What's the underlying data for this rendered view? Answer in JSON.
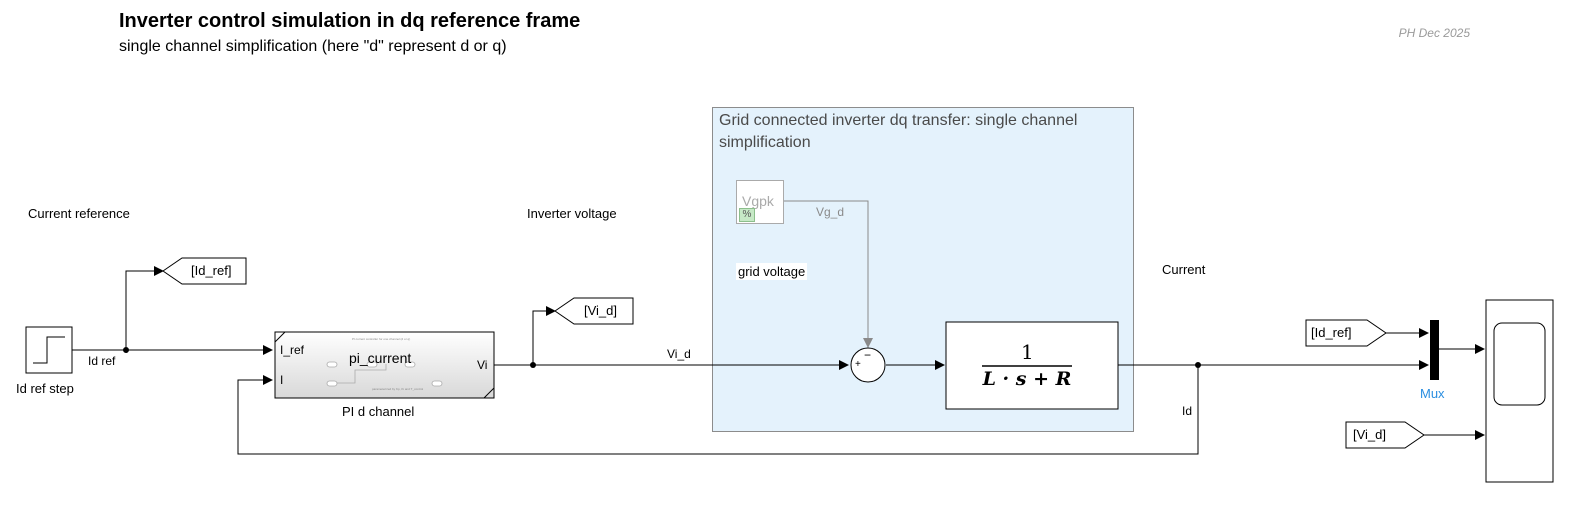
{
  "header": {
    "title": "Inverter control simulation in dq reference frame",
    "subtitle": "single channel simplification (here \"d\" represent d or q)",
    "author": "PH Dec 2025"
  },
  "annotations": {
    "current_reference": "Current reference",
    "inverter_voltage": "Inverter voltage",
    "current": "Current"
  },
  "subsystem_area": {
    "title": "Grid connected inverter dq transfer: single channel simplification",
    "grid_voltage_label": "grid voltage"
  },
  "blocks": {
    "step": {
      "name": "Id ref step"
    },
    "pi": {
      "name": "PI d channel",
      "mask_title": "pi_current",
      "port_in1": "I_ref",
      "port_in2": "I",
      "port_out": "Vi",
      "tiny_top": "PI current controller for one channel (d or q)",
      "tiny_bottom": "parameterized by Kp, Ki and T_control"
    },
    "vgpk": {
      "name": "Vgpk",
      "badge": "%"
    },
    "transfer": {
      "numerator": "1",
      "denominator": "L · s + R"
    },
    "mux": {
      "name": "Mux"
    }
  },
  "signals": {
    "id_ref": "Id ref",
    "vi_d": "Vi_d",
    "vg_d": "Vg_d",
    "id": "Id"
  },
  "goto_tags": {
    "id_ref_goto": "[Id_ref]",
    "vi_d_goto": "[Vi_d]",
    "id_ref_from": "[Id_ref]",
    "vi_d_from": "[Vi_d]"
  },
  "sum": {
    "plus": "+",
    "minus": "−"
  },
  "colors": {
    "subsystem_fill": "#e4f2fc",
    "mux_label": "#2a8ee0",
    "muted": "#9a9a9a"
  }
}
